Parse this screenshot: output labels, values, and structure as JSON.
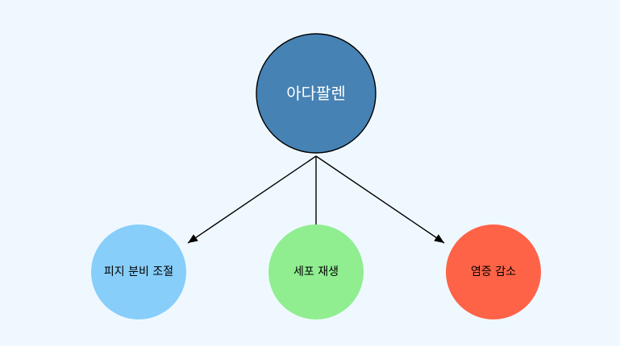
{
  "diagram": {
    "center": {
      "label": "아다팔렌",
      "fill": "#4682b4",
      "text_color": "#ffffff"
    },
    "effects": [
      {
        "label": "피지 분비 조절",
        "fill": "#87cefa",
        "text_color": "#000000"
      },
      {
        "label": "세포 재생",
        "fill": "#90ee90",
        "text_color": "#000000"
      },
      {
        "label": "염증 감소",
        "fill": "#ff6347",
        "text_color": "#000000"
      }
    ],
    "edge_color": "#000000",
    "background": "#f0f8ff"
  }
}
